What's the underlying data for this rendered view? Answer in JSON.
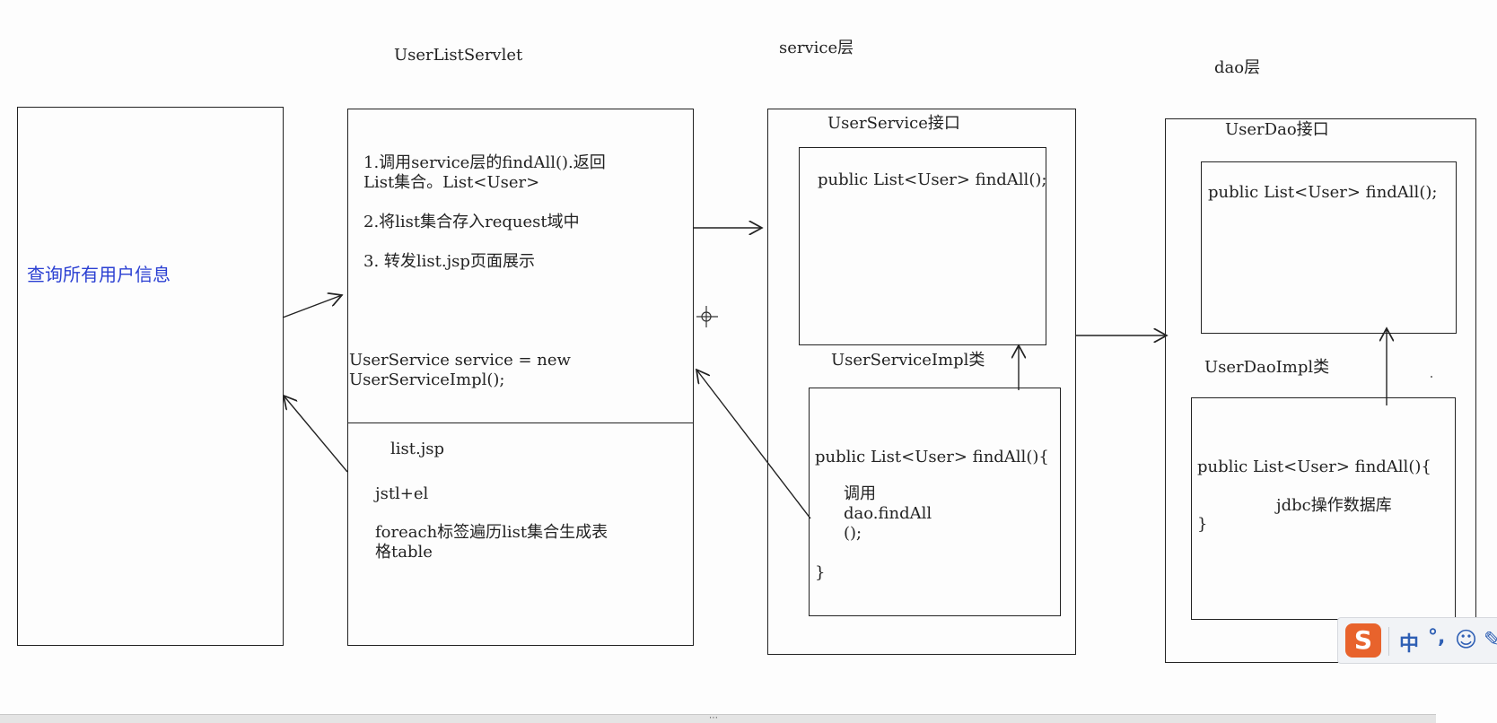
{
  "title": "查询所有用户信息",
  "servlet": {
    "label": "UserListServlet",
    "steps": [
      "1.调用service层的findAll().返回\nList集合。List<User>",
      "2.将list集合存入request域中",
      "3. 转发list.jsp页面展示"
    ],
    "code": "UserService service = new\nUserServiceImpl();"
  },
  "jsp": {
    "label": "list.jsp",
    "tech": "jstl+el",
    "desc": "foreach标签遍历list集合生成表\n格table"
  },
  "service": {
    "layer_label": "service层",
    "interface_label": "UserService接口",
    "interface_method": "public List<User> findAll();",
    "impl_label": "UserServiceImpl类",
    "impl_method": "public List<User> findAll(){",
    "impl_body": "调用\ndao.findAll\n();",
    "impl_close": "}"
  },
  "dao": {
    "layer_label": "dao层",
    "interface_label": "UserDao接口",
    "interface_method": "public List<User> findAll();",
    "impl_label": "UserDaoImpl类",
    "impl_method": "public List<User> findAll(){",
    "impl_body": "jdbc操作数据库",
    "impl_close": "}"
  },
  "ime": {
    "logo_icon": "sogou-s-icon",
    "lang": "中",
    "punct": "°,",
    "emoji_icon": "smiley-icon",
    "pen_icon": "pen-icon"
  },
  "colors": {
    "title": "#2a3fd2",
    "line": "#222222",
    "ime_logo": "#e8632c"
  }
}
